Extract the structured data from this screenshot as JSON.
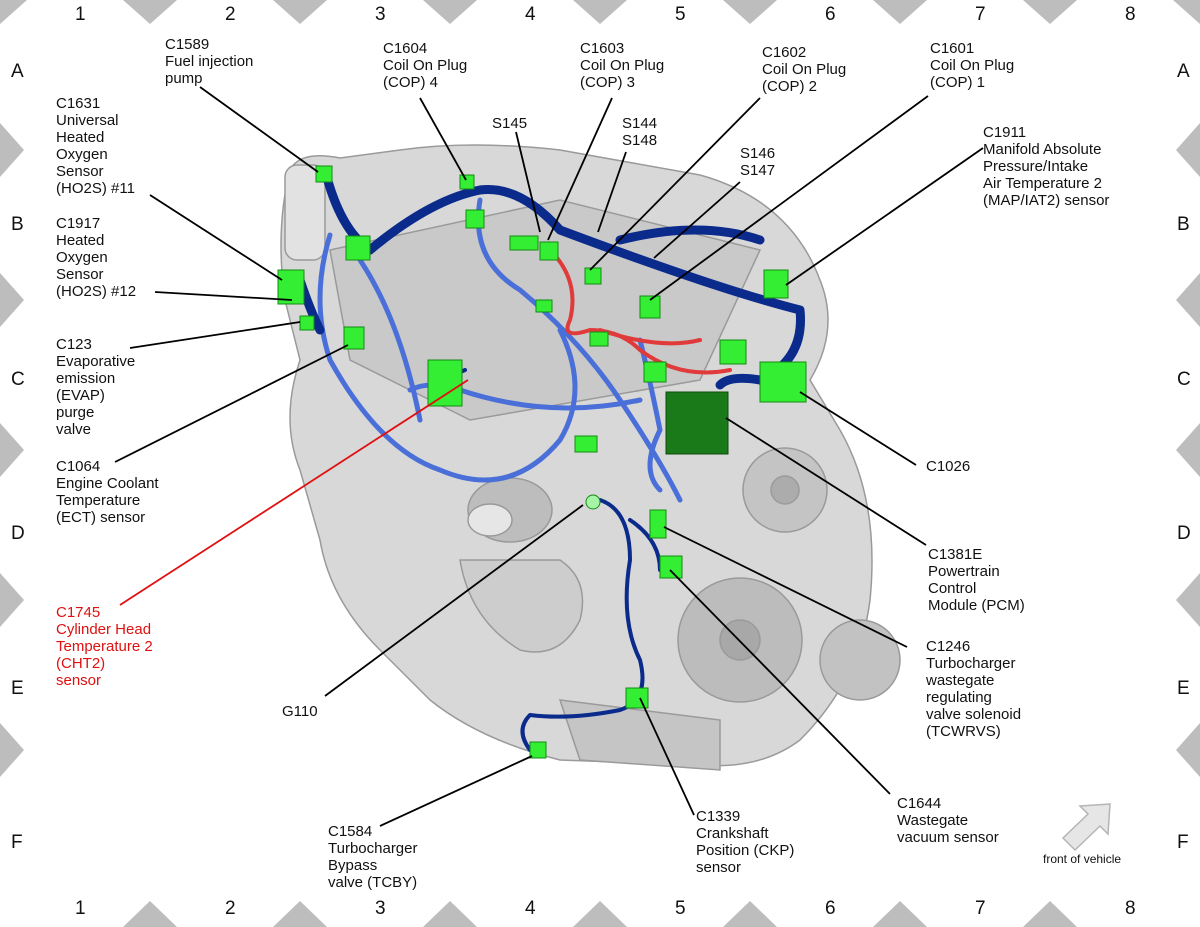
{
  "grid": {
    "columns": [
      "1",
      "2",
      "3",
      "4",
      "5",
      "6",
      "7",
      "8"
    ],
    "rows": [
      "A",
      "B",
      "C",
      "D",
      "E",
      "F"
    ]
  },
  "colors": {
    "harness_dark": "#0a2a8c",
    "harness_light": "#4a6fd8",
    "harness_red": "#e03a3a",
    "connector": "#33ee33",
    "pcm": "#1a7a1a",
    "engine": "#cfcfcf",
    "leader": "#000000",
    "highlight_leader": "#e01010"
  },
  "labels": {
    "c1589": "C1589\nFuel injection\npump",
    "c1631": "C1631\nUniversal\nHeated\nOxygen\nSensor\n(HO2S) #11",
    "c1917": "C1917\nHeated\nOxygen\nSensor\n(HO2S) #12",
    "c123": "C123\nEvaporative\nemission\n(EVAP)\npurge\nvalve",
    "c1064": "C1064\nEngine Coolant\nTemperature\n(ECT) sensor",
    "c1745": "C1745\nCylinder Head\nTemperature 2\n(CHT2)\nsensor",
    "g110": "G110",
    "c1584": "C1584\nTurbocharger\nBypass\nvalve (TCBY)",
    "c1604": "C1604\nCoil On Plug\n(COP) 4",
    "s145": "S145",
    "c1603": "C1603\nCoil On Plug\n(COP) 3",
    "s144": "S144\nS148",
    "c1602": "C1602\nCoil On Plug\n(COP) 2",
    "s146": "S146\nS147",
    "c1601": "C1601\nCoil On Plug\n(COP) 1",
    "c1911": "C1911\nManifold Absolute\nPressure/Intake\nAir Temperature 2\n(MAP/IAT2) sensor",
    "c1026": "C1026",
    "c1381e": "C1381E\nPowertrain\nControl\nModule (PCM)",
    "c1246": "C1246\nTurbocharger\nwastegate\nregulating\nvalve solenoid\n(TCWRVS)",
    "c1644": "C1644\nWastegate\nvacuum sensor",
    "c1339": "C1339\nCrankshaft\nPosition (CKP)\nsensor"
  },
  "front_of_vehicle": "front of vehicle"
}
